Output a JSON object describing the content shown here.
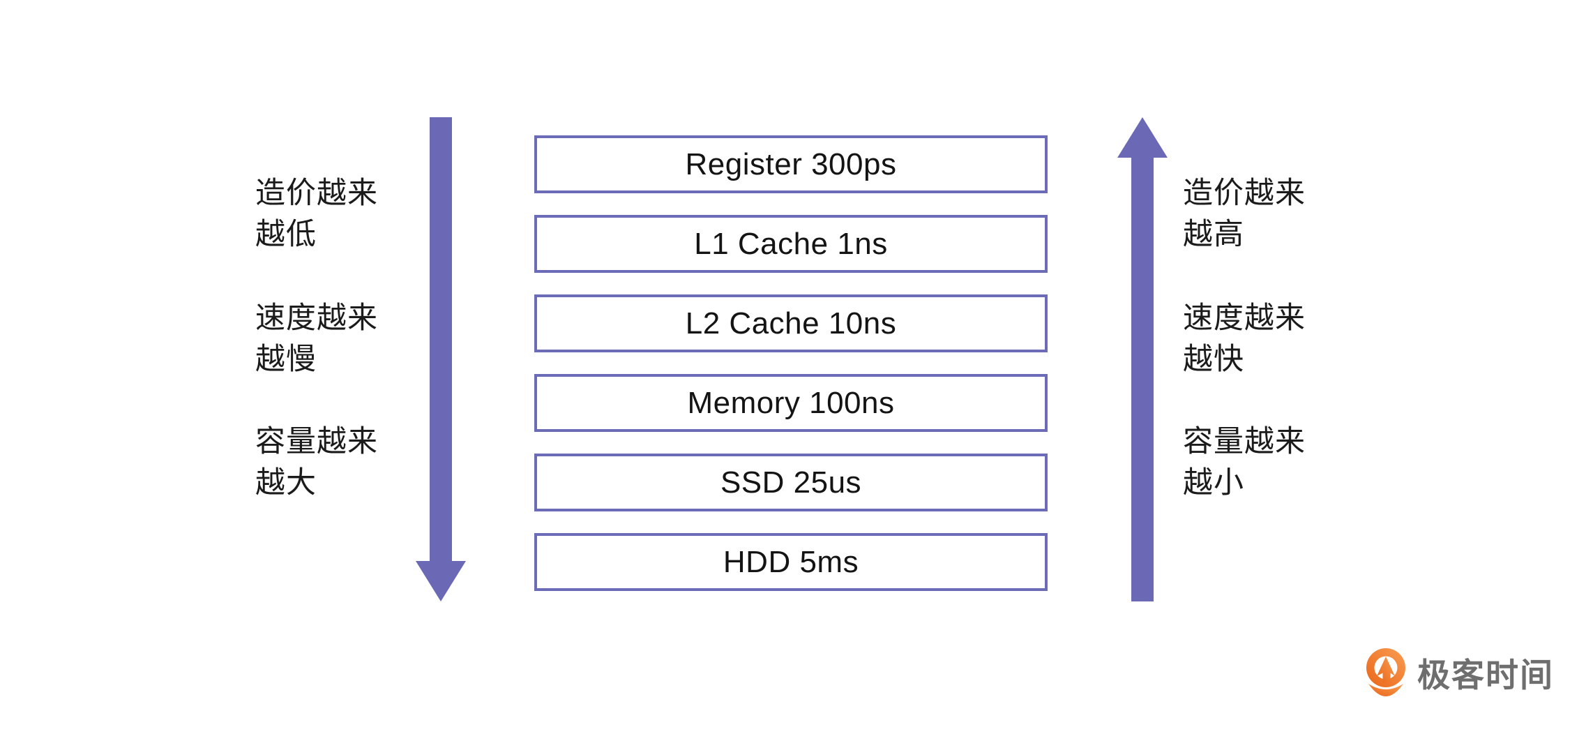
{
  "diagram": {
    "levels": [
      {
        "label": "Register 300ps"
      },
      {
        "label": "L1 Cache 1ns"
      },
      {
        "label": "L2 Cache 10ns"
      },
      {
        "label": "Memory 100ns"
      },
      {
        "label": "SSD 25us"
      },
      {
        "label": "HDD 5ms"
      }
    ],
    "left_labels": [
      {
        "text": "造价越来\n越低"
      },
      {
        "text": "速度越来\n越慢"
      },
      {
        "text": "容量越来\n越大"
      }
    ],
    "right_labels": [
      {
        "text": "造价越来\n越高"
      },
      {
        "text": "速度越来\n越快"
      },
      {
        "text": "容量越来\n越小"
      }
    ],
    "colors": {
      "accent_purple": "#6B69B6",
      "box_border": "#6C6BB8",
      "text_black": "#1b1b1b",
      "logo_gray": "#6E6E6E",
      "logo_orange_light": "#F99D52",
      "logo_orange_dark": "#E9661A"
    },
    "icons": {
      "left_arrow": "down-arrow-icon",
      "right_arrow": "up-arrow-icon",
      "logo_icon": "geektime-pin-icon"
    }
  },
  "branding": {
    "logo_text": "极客时间"
  }
}
